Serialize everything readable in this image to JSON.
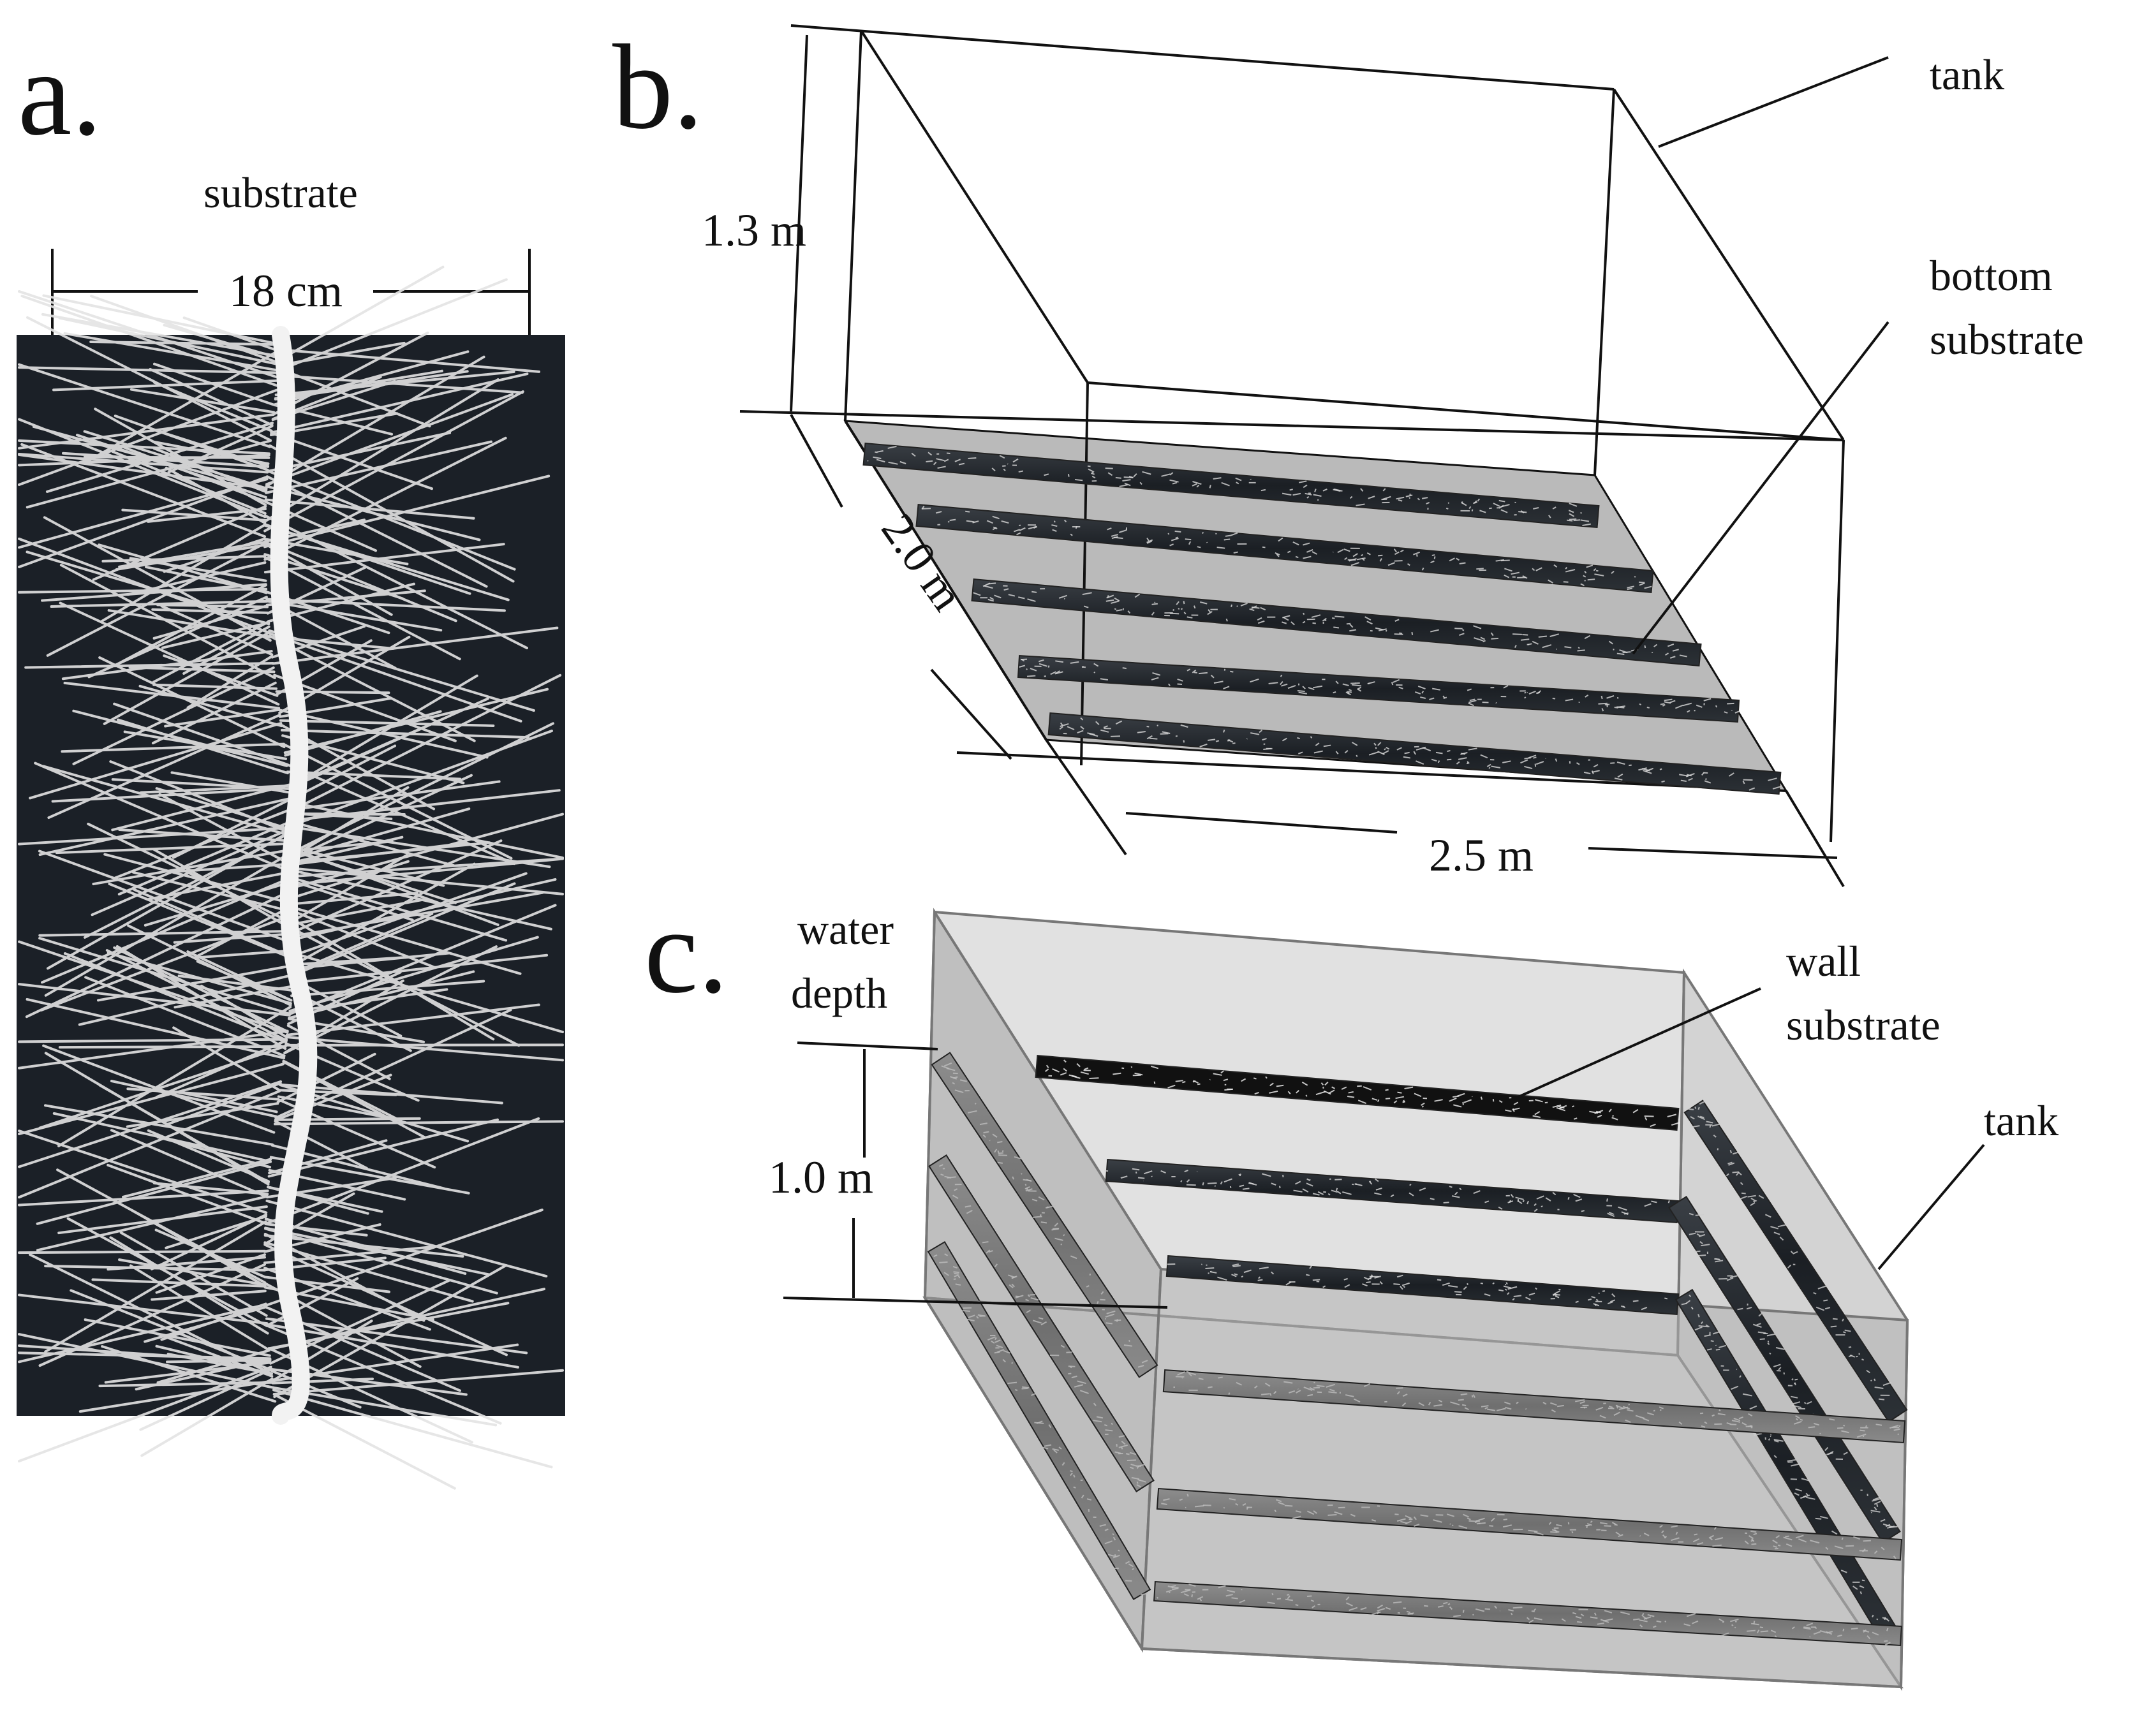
{
  "panels": {
    "a": {
      "letter": "a.",
      "caption": "substrate",
      "width_label": "18 cm"
    },
    "b": {
      "letter": "b.",
      "tank_label": "tank",
      "bottom_substrate_label_line1": "bottom",
      "bottom_substrate_label_line2": "substrate",
      "height_label": "1.3 m",
      "depth_label": "2.0 m",
      "width_label": "2.5 m"
    },
    "c": {
      "letter": "c.",
      "water_depth_line1": "water",
      "water_depth_line2": "depth",
      "water_depth_value": "1.0 m",
      "wall_substrate_line1": "wall",
      "wall_substrate_line2": "substrate",
      "tank_label": "tank"
    }
  },
  "colors": {
    "photo_background": "#1b2027",
    "fiber": "#e6e6e6",
    "tank_floor": "#b9b9b9",
    "glass": "#9a9a9a",
    "line": "#111111"
  }
}
